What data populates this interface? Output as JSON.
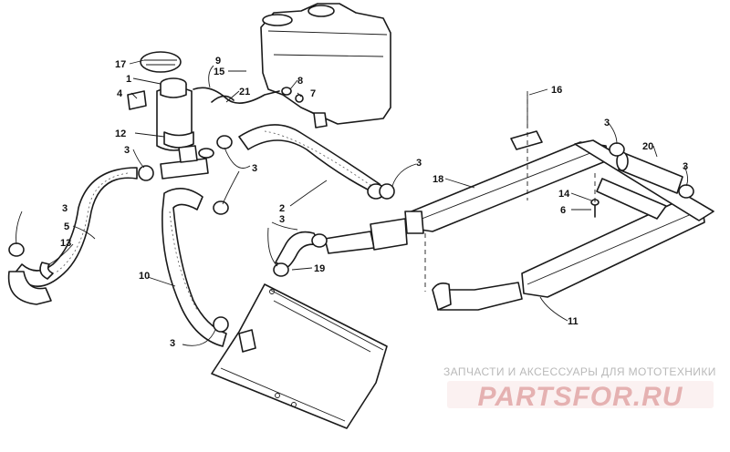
{
  "watermark": {
    "tagline": "ЗАПЧАСТИ И АКСЕССУАРЫ ДЛЯ МОТОТЕХНИКИ",
    "logo_text": "PARTSFOR.RU",
    "logo_color": "#e3a9a9"
  },
  "callouts": [
    "17",
    "9",
    "15",
    "1",
    "4",
    "21",
    "8",
    "7",
    "12",
    "3",
    "3",
    "2",
    "16",
    "3",
    "18",
    "20",
    "3",
    "3",
    "14",
    "6",
    "3",
    "3",
    "5",
    "13",
    "19",
    "10",
    "11",
    "3"
  ]
}
